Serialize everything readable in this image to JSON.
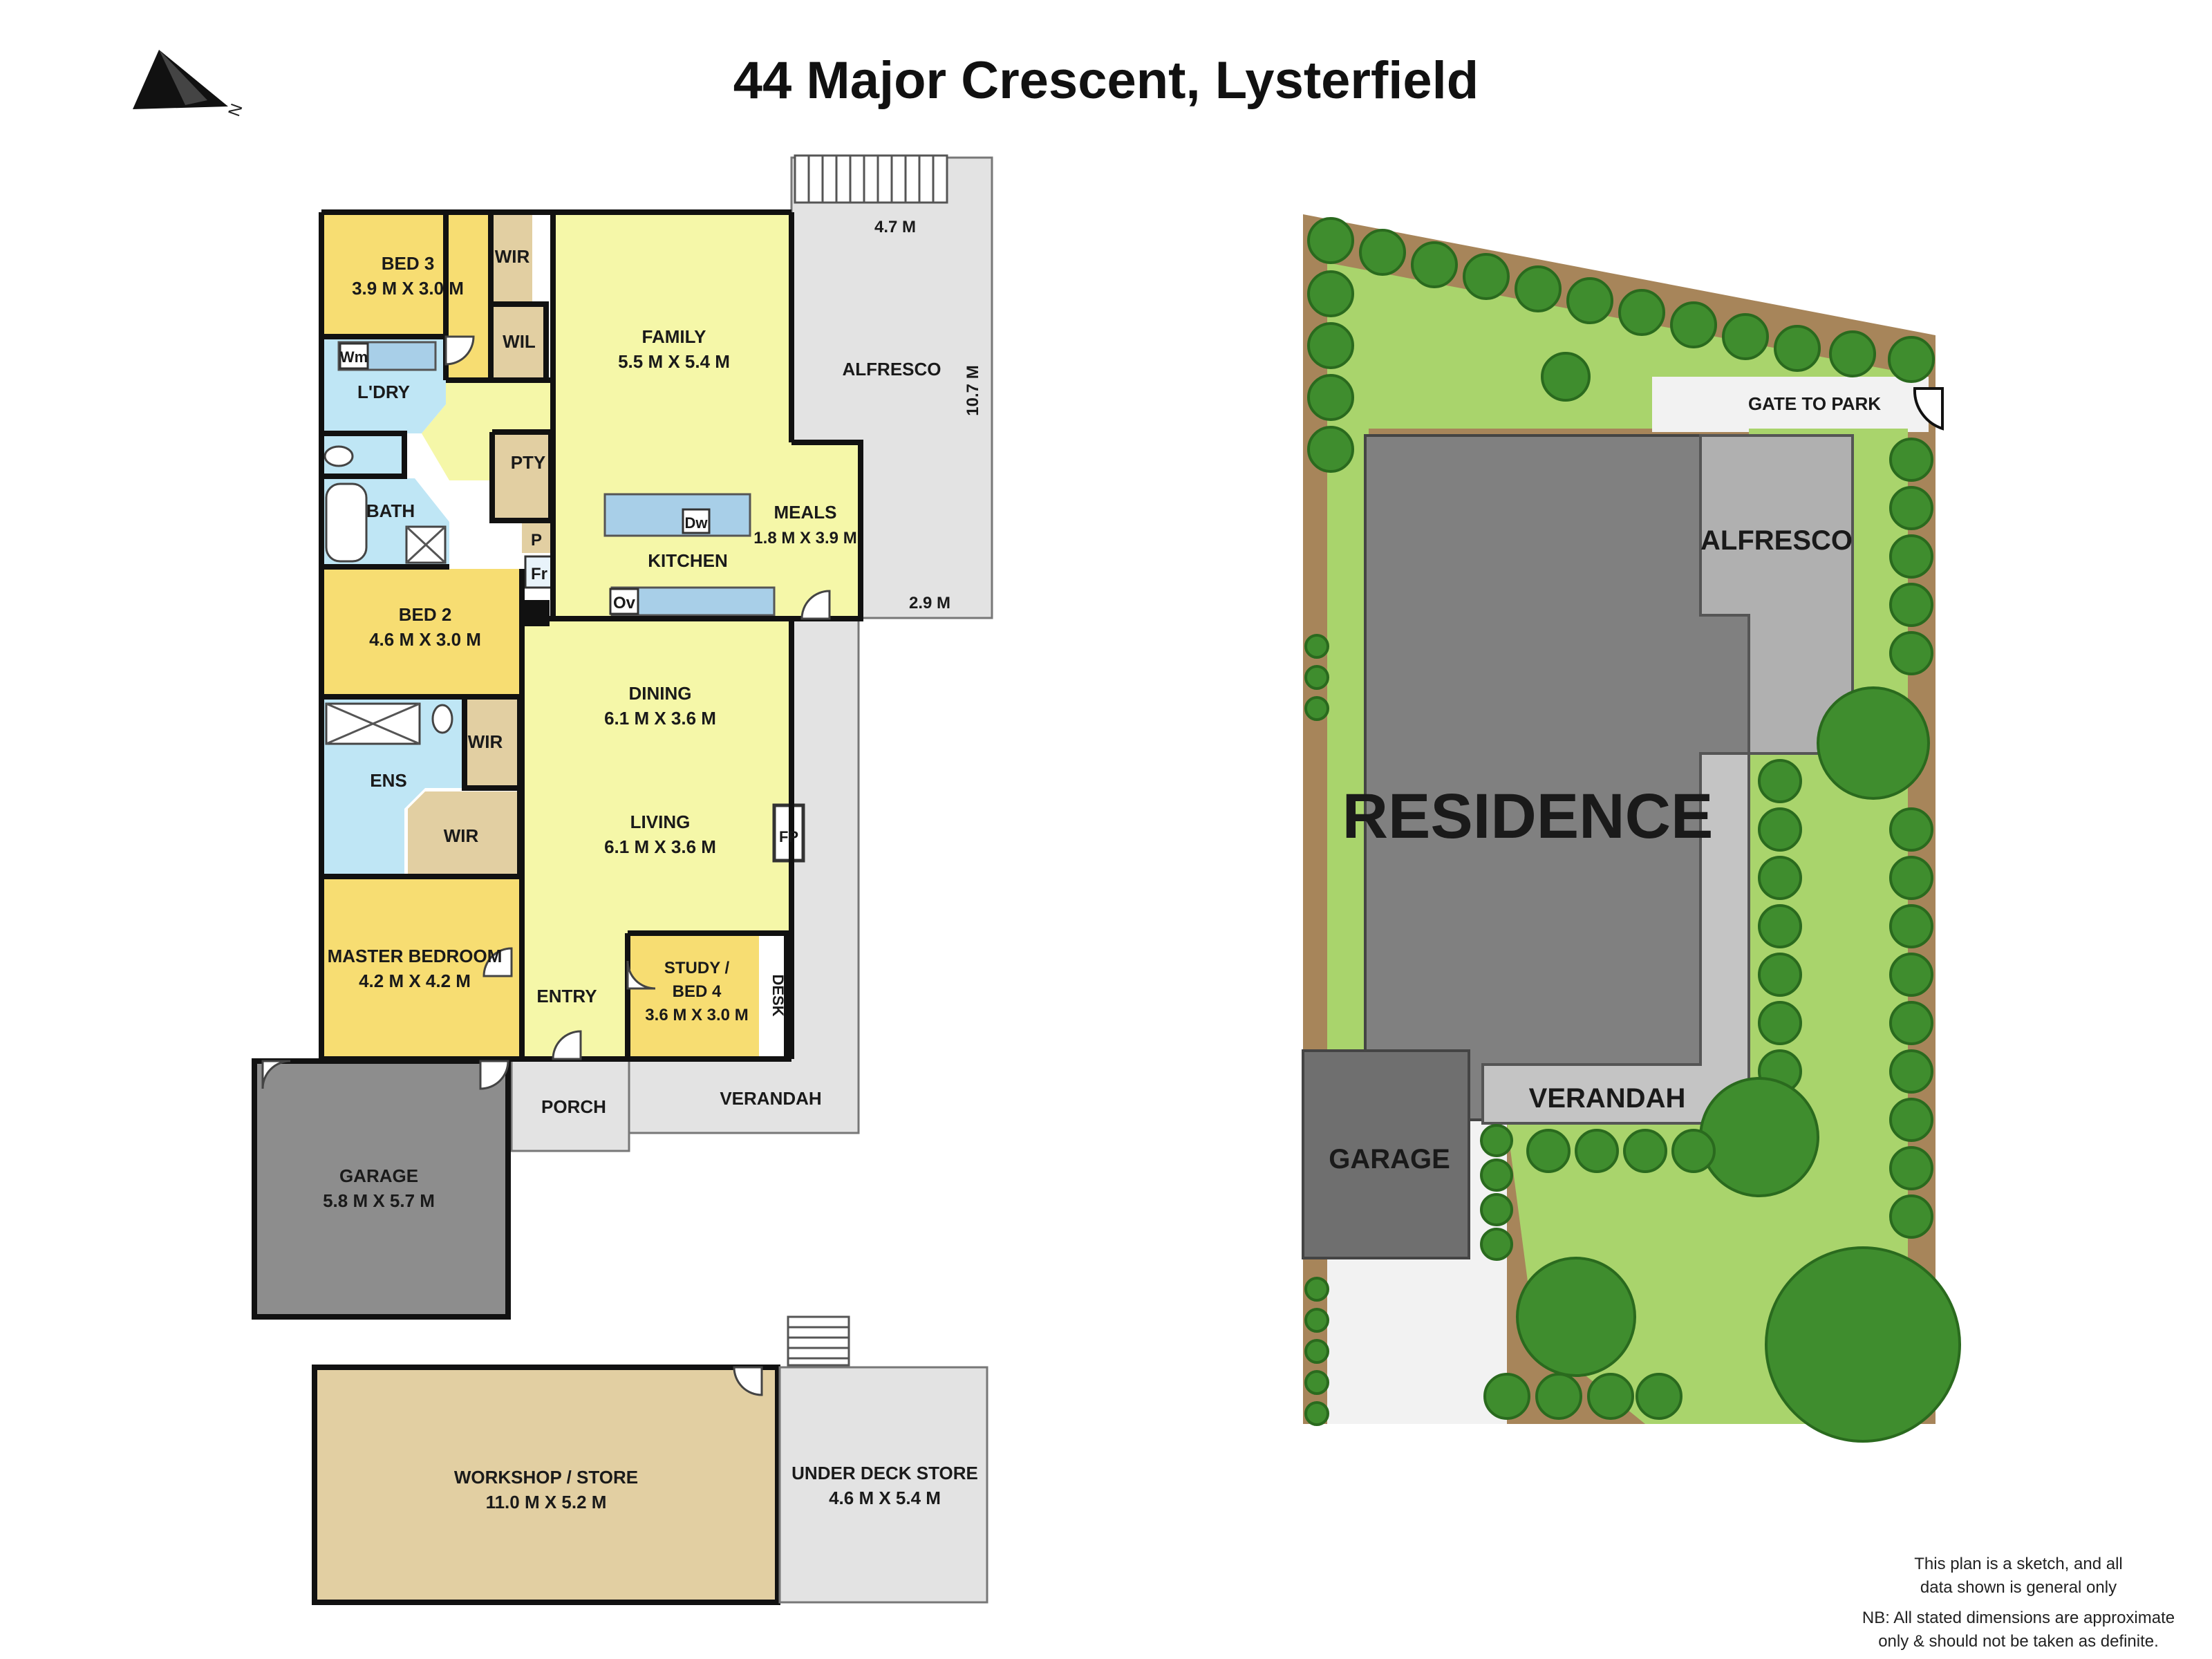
{
  "title": "44 Major Crescent, Lysterfield",
  "compass": {
    "label": "N",
    "icon": "north-arrow-icon"
  },
  "floor_plan": {
    "rooms": {
      "bed3": {
        "name": "BED 3",
        "dims": "3.9 M X 3.0 M"
      },
      "wir_top": {
        "name": "WIR"
      },
      "wil": {
        "name": "WIL"
      },
      "laundry": {
        "name": "L'DRY",
        "appliance": "Wm"
      },
      "family": {
        "name": "FAMILY",
        "dims": "5.5 M X 5.4 M"
      },
      "pantry": {
        "name": "PTY"
      },
      "p": {
        "name": "P"
      },
      "fridge": {
        "name": "Fr"
      },
      "bath": {
        "name": "BATH"
      },
      "kitchen": {
        "name": "KITCHEN",
        "dishwasher": "Dw",
        "oven": "Ov"
      },
      "meals": {
        "name": "MEALS",
        "dims": "1.8 M X 3.9 M"
      },
      "alfresco": {
        "name": "ALFRESCO",
        "dim_top": "4.7 M",
        "dim_side": "10.7 M",
        "dim_bottom": "2.9 M"
      },
      "bed2": {
        "name": "BED 2",
        "dims": "4.6 M X 3.0 M"
      },
      "ens": {
        "name": "ENS"
      },
      "wir_ens": {
        "name": "WIR"
      },
      "wir_master": {
        "name": "WIR"
      },
      "dining": {
        "name": "DINING",
        "dims": "6.1 M X 3.6 M"
      },
      "living": {
        "name": "LIVING",
        "dims": "6.1 M X 3.6 M"
      },
      "fireplace": {
        "name": "FP"
      },
      "master": {
        "name": "MASTER BEDROOM",
        "dims": "4.2 M X 4.2 M"
      },
      "entry": {
        "name": "ENTRY"
      },
      "study": {
        "name": "STUDY /",
        "name2": "BED 4",
        "dims": "3.6 M X 3.0 M"
      },
      "desk": {
        "name": "DESK"
      },
      "porch": {
        "name": "PORCH"
      },
      "verandah": {
        "name": "VERANDAH"
      },
      "garage": {
        "name": "GARAGE",
        "dims": "5.8 M X 5.7 M"
      },
      "workshop": {
        "name": "WORKSHOP / STORE",
        "dims": "11.0 M X 5.2 M"
      },
      "under_deck": {
        "name": "UNDER DECK STORE",
        "dims": "4.6 M X 5.4 M"
      }
    }
  },
  "site_plan": {
    "residence": "RESIDENCE",
    "alfresco": "ALFRESCO",
    "verandah": "VERANDAH",
    "garage": "GARAGE",
    "gate": "GATE TO PARK"
  },
  "disclaimer": {
    "line1": "This plan is a sketch, and all",
    "line2": "data shown is general only",
    "line3": "NB: All stated dimensions are approximate",
    "line4": "only & should not be taken as definite."
  },
  "colors": {
    "bedroom": "#f7dd72",
    "living": "#f5f7a8",
    "wet": "#bfe6f5",
    "robe": "#e2cfa2",
    "outdoor": "#e3e3e3",
    "garage": "#8d8d8d",
    "workshop": "#e2cfa2",
    "lawn": "#a9d46c",
    "tree": "#3f8d2e",
    "residence": "#808080"
  }
}
